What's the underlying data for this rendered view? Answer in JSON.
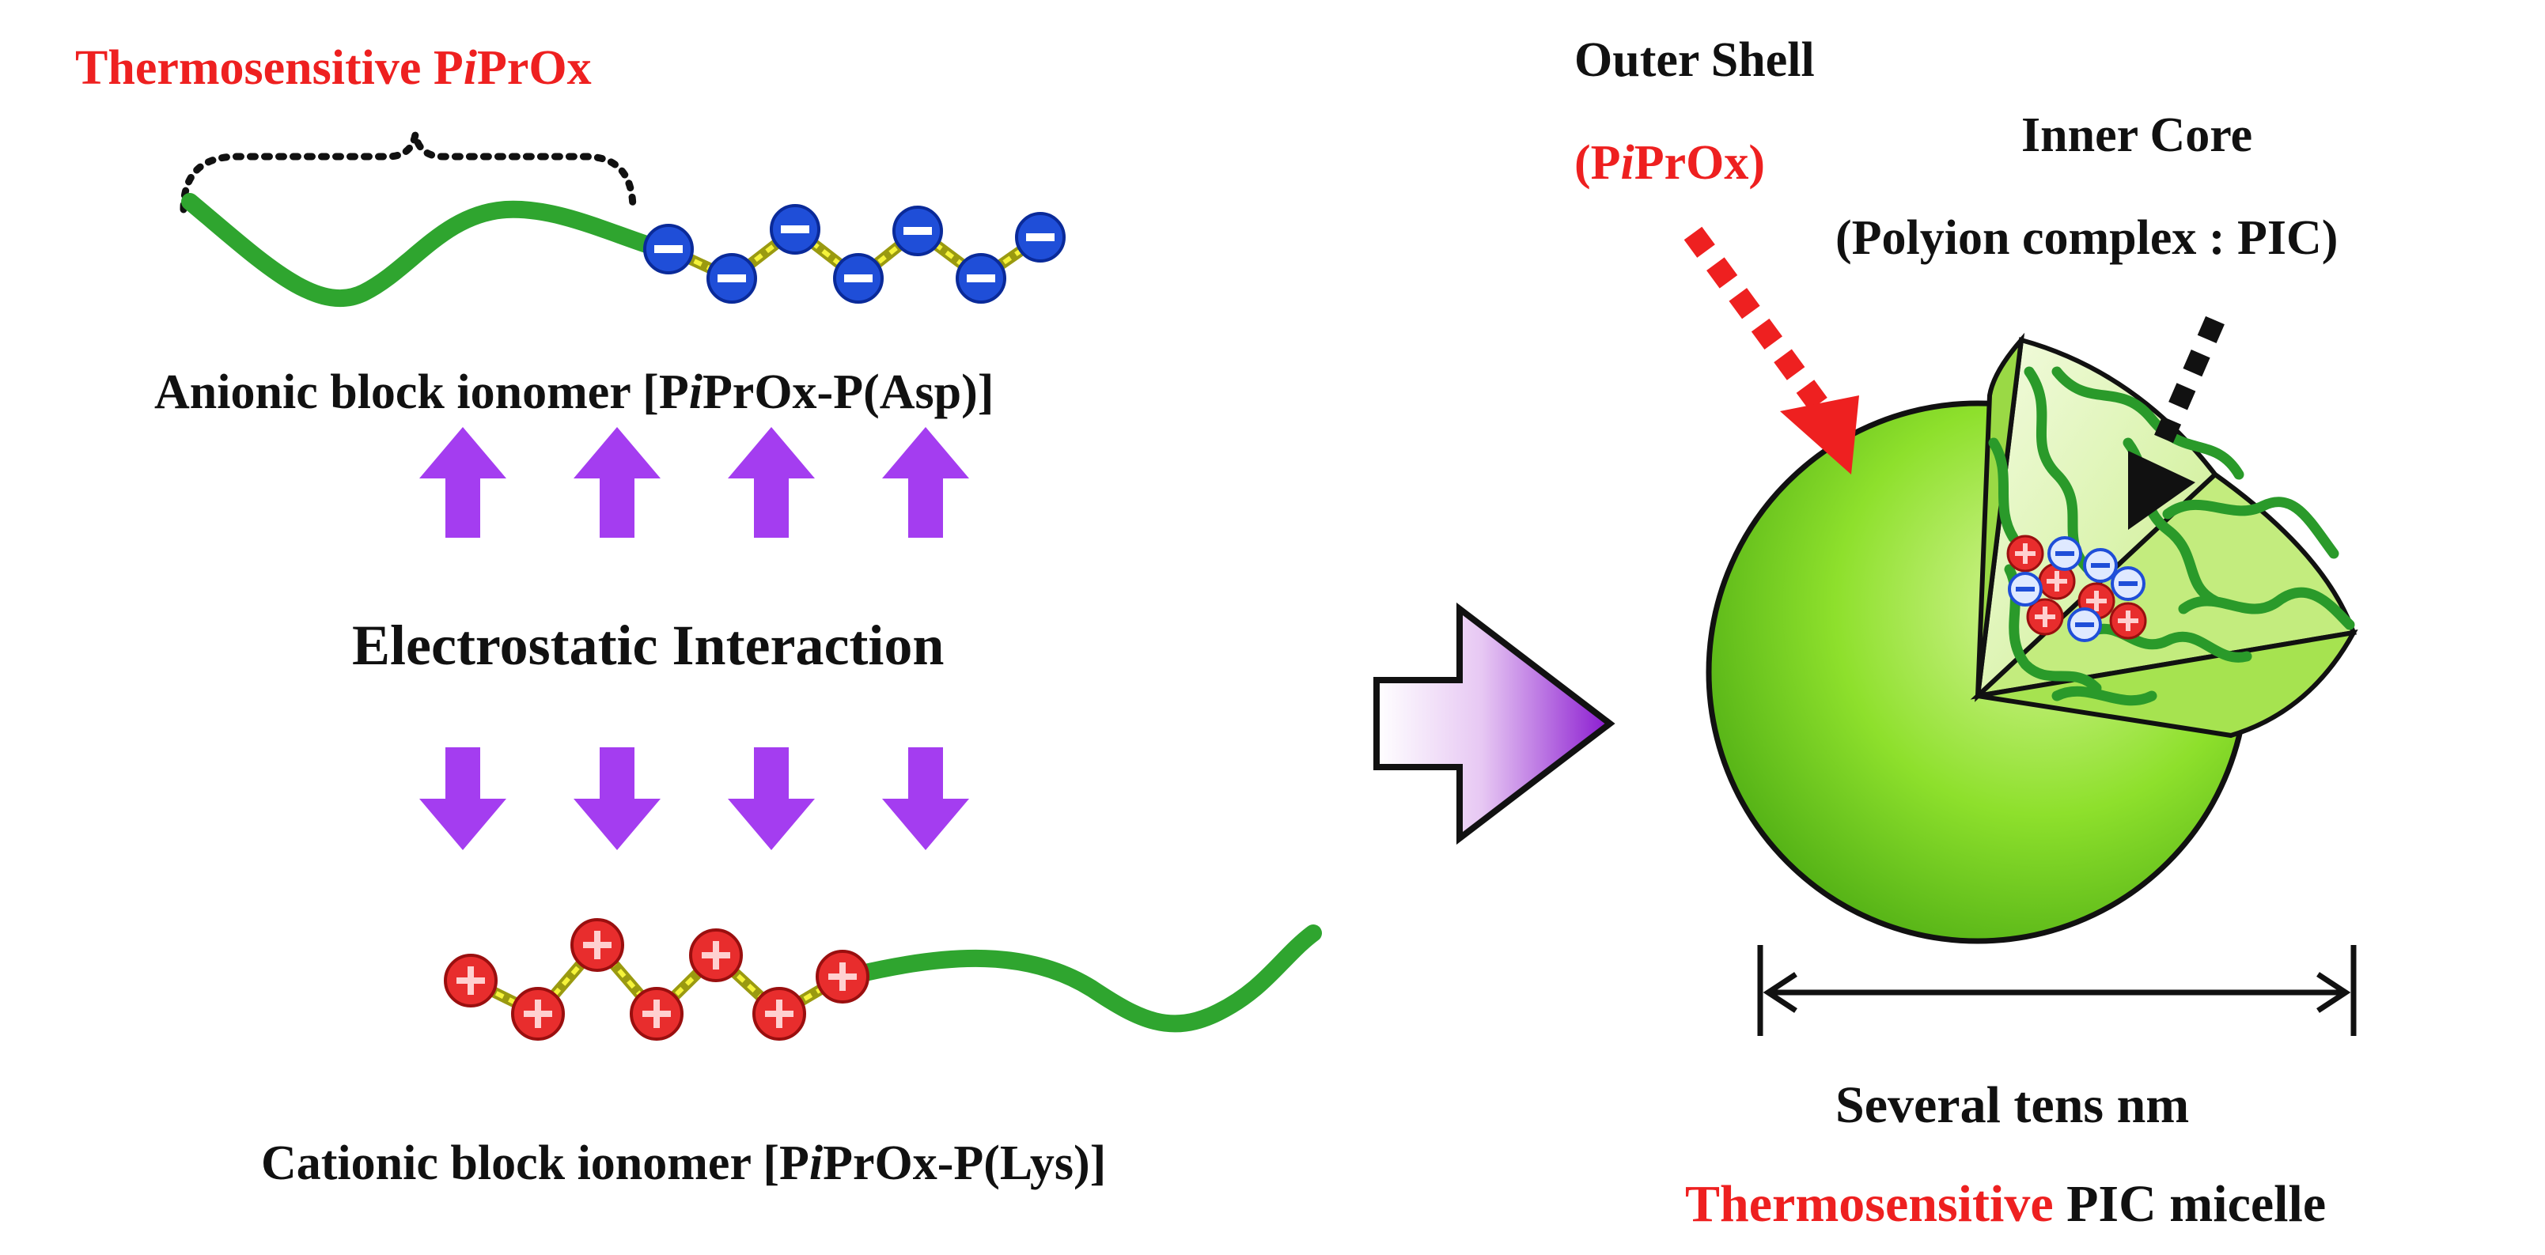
{
  "colors": {
    "red": "#ee2020",
    "green": "#2fa52f",
    "anion_blue": "#1f4ed8",
    "cation_red": "#e82d2d",
    "arrow_purple": "#a43df0",
    "sphere_green": "#8ee02c",
    "text": "#111111"
  },
  "icons": {
    "anion": "minus-circle-icon",
    "cation": "plus-circle-icon"
  },
  "labels": {
    "thermo_piprox": {
      "prefix": "Thermosensitive P",
      "ital": "i",
      "suffix": "PrOx"
    },
    "anionic": {
      "prefix": "Anionic block ionomer [P",
      "ital": "i",
      "suffix": "PrOx-P(Asp)]"
    },
    "electrostatic": "Electrostatic Interaction",
    "cationic": {
      "prefix": "Cationic block ionomer [P",
      "ital": "i",
      "suffix": "PrOx-P(Lys)]"
    },
    "outer_shell": "Outer Shell",
    "outer_shell_sub": {
      "prefix": "(P",
      "ital": "i",
      "suffix": "PrOx)"
    },
    "inner_core": "Inner Core",
    "inner_core_sub": "(Polyion complex : PIC)",
    "size": "Several tens nm",
    "micelle": {
      "thermo": "Thermosensitive",
      "rest": " PIC micelle"
    }
  }
}
